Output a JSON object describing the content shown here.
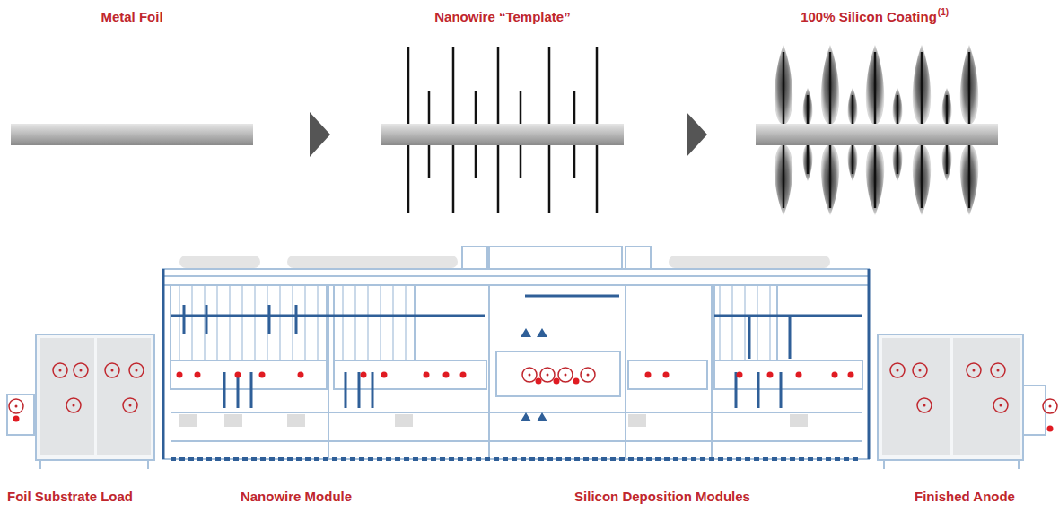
{
  "diagram": {
    "labels": [
      "Metal Foil",
      "Nanowire “Template”",
      "100% Silicon Coating",
      "(1)",
      "Foil Substrate Load",
      "Nanowire Module",
      "Silicon Deposition Modules",
      "Finished Anode"
    ]
  }
}
